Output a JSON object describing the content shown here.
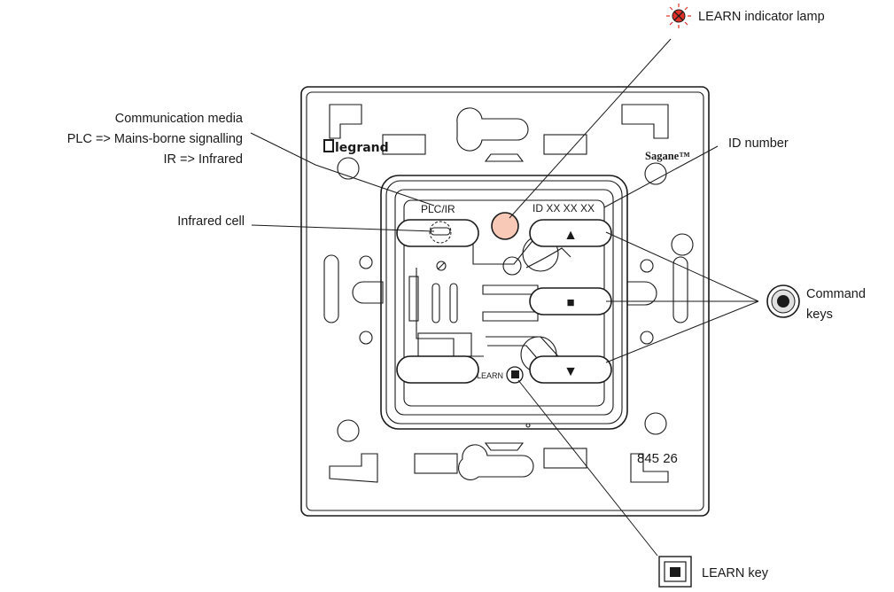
{
  "callouts": {
    "communication_media": {
      "line1": "Communication media",
      "line2": "PLC => Mains-borne signalling",
      "line3": "IR => Infrared"
    },
    "infrared_cell": "Infrared cell",
    "learn_lamp": "LEARN indicator lamp",
    "id_number": "ID number",
    "command_keys": {
      "line1": "Command",
      "line2": "keys"
    },
    "learn_key": "LEARN key"
  },
  "device": {
    "brand": "legrand",
    "product_line": "Sagane™",
    "media_label": "PLC/IR",
    "id_label": "ID XX XX XX",
    "learn_label": "LEARN",
    "reference": "845 26",
    "key_up_symbol": "▲",
    "key_stop_symbol": "■",
    "key_down_symbol": "▼"
  },
  "colors": {
    "lamp": "#f7c9b6",
    "lamp_icon_red": "#e0312b",
    "outline": "#1a1a1a"
  }
}
